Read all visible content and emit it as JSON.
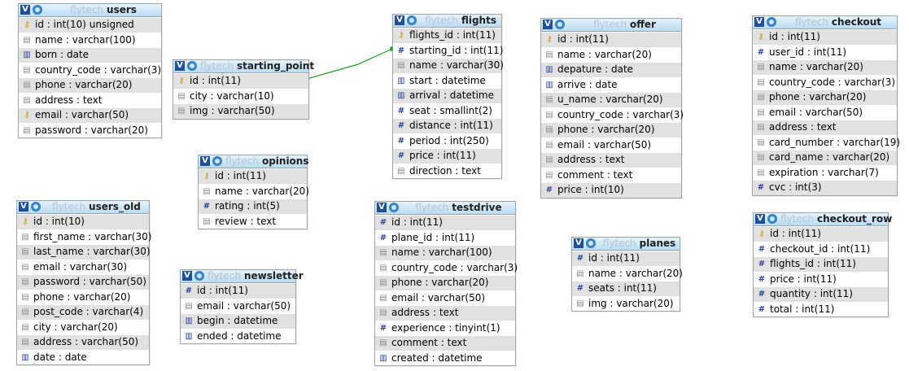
{
  "db_name": "flytech",
  "tables": [
    {
      "id": "users",
      "name": "users",
      "fields": [
        {
          "icon": "key",
          "text": "id : int(10) unsigned"
        },
        {
          "icon": "txt",
          "text": "name : varchar(100)"
        },
        {
          "icon": "date",
          "text": "born : date"
        },
        {
          "icon": "txt",
          "text": "country_code : varchar(3)"
        },
        {
          "icon": "txt",
          "text": "phone : varchar(20)"
        },
        {
          "icon": "txt",
          "text": "address : text"
        },
        {
          "icon": "key",
          "text": "email : varchar(50)"
        },
        {
          "icon": "txt",
          "text": "password : varchar(20)"
        }
      ]
    },
    {
      "id": "starting_point",
      "name": "starting_point",
      "fields": [
        {
          "icon": "key",
          "text": "id : int(11)"
        },
        {
          "icon": "txt",
          "text": "city : varchar(10)"
        },
        {
          "icon": "txt",
          "text": "img : varchar(50)"
        }
      ]
    },
    {
      "id": "flights",
      "name": "flights",
      "fields": [
        {
          "icon": "key",
          "text": "flights_id : int(11)"
        },
        {
          "icon": "num",
          "text": "starting_id : int(11)"
        },
        {
          "icon": "txt",
          "text": "name : varchar(30)"
        },
        {
          "icon": "date",
          "text": "start : datetime"
        },
        {
          "icon": "date",
          "text": "arrival : datetime"
        },
        {
          "icon": "num",
          "text": "seat : smallint(2)"
        },
        {
          "icon": "num",
          "text": "distance : int(11)"
        },
        {
          "icon": "num",
          "text": "period : int(250)"
        },
        {
          "icon": "num",
          "text": "price : int(11)"
        },
        {
          "icon": "txt",
          "text": "direction : text"
        }
      ]
    },
    {
      "id": "offer",
      "name": "offer",
      "fields": [
        {
          "icon": "key",
          "text": "id : int(11)"
        },
        {
          "icon": "txt",
          "text": "name : varchar(20)"
        },
        {
          "icon": "date",
          "text": "depature : date"
        },
        {
          "icon": "date",
          "text": "arrive : date"
        },
        {
          "icon": "txt",
          "text": "u_name : varchar(20)"
        },
        {
          "icon": "txt",
          "text": "country_code : varchar(3)"
        },
        {
          "icon": "txt",
          "text": "phone : varchar(20)"
        },
        {
          "icon": "txt",
          "text": "email : varchar(50)"
        },
        {
          "icon": "txt",
          "text": "address : text"
        },
        {
          "icon": "txt",
          "text": "comment : text"
        },
        {
          "icon": "num",
          "text": "price : int(10)"
        }
      ]
    },
    {
      "id": "checkout",
      "name": "checkout",
      "fields": [
        {
          "icon": "key",
          "text": "id : int(11)"
        },
        {
          "icon": "num",
          "text": "user_id : int(11)"
        },
        {
          "icon": "txt",
          "text": "name : varchar(20)"
        },
        {
          "icon": "txt",
          "text": "country_code : varchar(3)"
        },
        {
          "icon": "txt",
          "text": "phone : varchar(20)"
        },
        {
          "icon": "txt",
          "text": "email : varchar(50)"
        },
        {
          "icon": "txt",
          "text": "address : text"
        },
        {
          "icon": "txt",
          "text": "card_number : varchar(19)"
        },
        {
          "icon": "txt",
          "text": "card_name : varchar(20)"
        },
        {
          "icon": "txt",
          "text": "expiration : varchar(7)"
        },
        {
          "icon": "num",
          "text": "cvc : int(3)"
        }
      ]
    },
    {
      "id": "opinions",
      "name": "opinions",
      "fields": [
        {
          "icon": "key",
          "text": "id : int(11)"
        },
        {
          "icon": "txt",
          "text": "name : varchar(20)"
        },
        {
          "icon": "num",
          "text": "rating : int(5)"
        },
        {
          "icon": "txt",
          "text": "review : text"
        }
      ]
    },
    {
      "id": "users_old",
      "name": "users_old",
      "fields": [
        {
          "icon": "key",
          "text": "id : int(10)"
        },
        {
          "icon": "txt",
          "text": "first_name : varchar(30)"
        },
        {
          "icon": "txt",
          "text": "last_name : varchar(30)"
        },
        {
          "icon": "txt",
          "text": "email : varchar(30)"
        },
        {
          "icon": "txt",
          "text": "password : varchar(50)"
        },
        {
          "icon": "txt",
          "text": "phone : varchar(20)"
        },
        {
          "icon": "txt",
          "text": "post_code : varchar(4)"
        },
        {
          "icon": "txt",
          "text": "city : varchar(20)"
        },
        {
          "icon": "txt",
          "text": "address : varchar(50)"
        },
        {
          "icon": "date",
          "text": "date : date"
        }
      ]
    },
    {
      "id": "newsletter",
      "name": "newsletter",
      "fields": [
        {
          "icon": "num",
          "text": "id : int(11)"
        },
        {
          "icon": "txt",
          "text": "email : varchar(50)"
        },
        {
          "icon": "date",
          "text": "begin : datetime"
        },
        {
          "icon": "date",
          "text": "ended : datetime"
        }
      ]
    },
    {
      "id": "testdrive",
      "name": "testdrive",
      "fields": [
        {
          "icon": "num",
          "text": "id : int(11)"
        },
        {
          "icon": "num",
          "text": "plane_id : int(11)"
        },
        {
          "icon": "txt",
          "text": "name : varchar(100)"
        },
        {
          "icon": "txt",
          "text": "country_code : varchar(3)"
        },
        {
          "icon": "txt",
          "text": "phone : varchar(20)"
        },
        {
          "icon": "txt",
          "text": "email : varchar(50)"
        },
        {
          "icon": "txt",
          "text": "address : text"
        },
        {
          "icon": "num",
          "text": "experience : tinyint(1)"
        },
        {
          "icon": "txt",
          "text": "comment : text"
        },
        {
          "icon": "date",
          "text": "created : datetime"
        }
      ]
    },
    {
      "id": "planes",
      "name": "planes",
      "fields": [
        {
          "icon": "num",
          "text": "id : int(11)"
        },
        {
          "icon": "txt",
          "text": "name : varchar(20)"
        },
        {
          "icon": "num",
          "text": "seats : int(11)"
        },
        {
          "icon": "txt",
          "text": "img : varchar(20)"
        }
      ]
    },
    {
      "id": "checkout_row",
      "name": "checkout_row",
      "fields": [
        {
          "icon": "key",
          "text": "id : int(11)"
        },
        {
          "icon": "num",
          "text": "checkout_id : int(11)"
        },
        {
          "icon": "num",
          "text": "flights_id : int(11)"
        },
        {
          "icon": "num",
          "text": "price : int(11)"
        },
        {
          "icon": "num",
          "text": "quantity : int(11)"
        },
        {
          "icon": "num",
          "text": "total : int(11)"
        }
      ]
    }
  ],
  "relations": [
    {
      "from": "starting_point.id",
      "to": "flights.starting_id",
      "color": "#1aa31a"
    }
  ],
  "icons": {
    "key": "key-icon",
    "num": "numeric-field-icon",
    "txt": "text-field-icon",
    "date": "date-field-icon",
    "hdr_check": "collapse-check-icon",
    "hdr_gear": "table-options-gear-icon"
  }
}
